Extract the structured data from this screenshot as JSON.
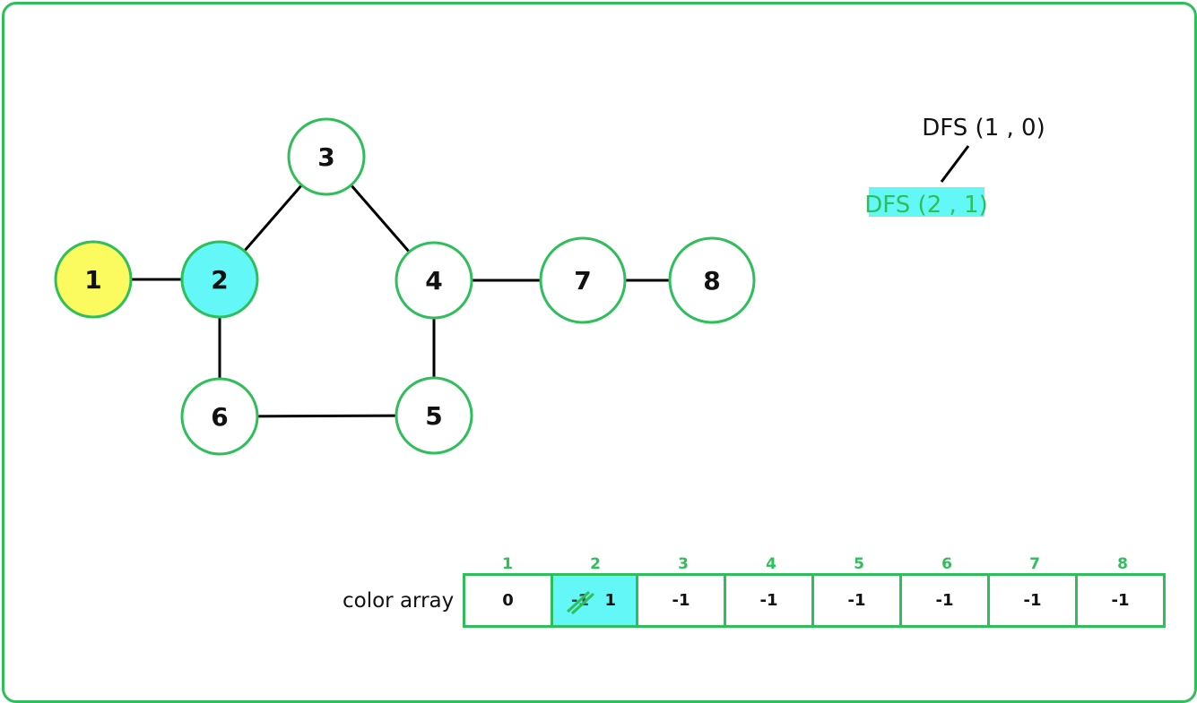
{
  "graph": {
    "nodes": [
      {
        "id": "1",
        "label": "1",
        "state": "current-parent"
      },
      {
        "id": "2",
        "label": "2",
        "state": "visiting"
      },
      {
        "id": "3",
        "label": "3",
        "state": "unvisited"
      },
      {
        "id": "4",
        "label": "4",
        "state": "unvisited"
      },
      {
        "id": "5",
        "label": "5",
        "state": "unvisited"
      },
      {
        "id": "6",
        "label": "6",
        "state": "unvisited"
      },
      {
        "id": "7",
        "label": "7",
        "state": "unvisited"
      },
      {
        "id": "8",
        "label": "8",
        "state": "unvisited"
      }
    ],
    "edges": [
      [
        "1",
        "2"
      ],
      [
        "2",
        "3"
      ],
      [
        "3",
        "4"
      ],
      [
        "2",
        "6"
      ],
      [
        "6",
        "5"
      ],
      [
        "4",
        "5"
      ],
      [
        "4",
        "7"
      ],
      [
        "7",
        "8"
      ]
    ]
  },
  "dfs_tree": {
    "root": "DFS (1 , 0)",
    "child": "DFS (2 , 1)"
  },
  "color_array": {
    "label": "color array",
    "indices": [
      "1",
      "2",
      "3",
      "4",
      "5",
      "6",
      "7",
      "8"
    ],
    "values": [
      "0",
      "1",
      "-1",
      "-1",
      "-1",
      "-1",
      "-1",
      "-1"
    ],
    "overwritten": {
      "index": 1,
      "old_value": "-1"
    }
  },
  "colors": {
    "accent": "#2fbf5a",
    "visiting": "#63f7f7",
    "parent": "#fbfb5f",
    "edge": "#000000"
  }
}
